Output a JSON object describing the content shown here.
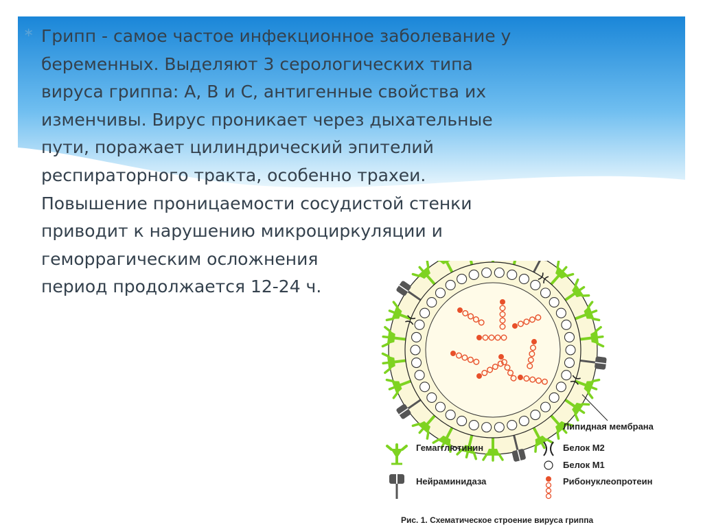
{
  "slide": {
    "bullet": "∗",
    "lines": [
      "Грипп - самое частое инфекционное заболевание у",
      "беременных. Выделяют 3 серологических типа",
      "вируса гриппа: А, В и С, антигенные свойства их",
      "изменчивы. Вирус проникает через дыхательные",
      "пути, поражает цилиндрический эпителий",
      "респираторного тракта, особенно трахеи.",
      "Повышение проницаемости сосудистой стенки",
      "приводит к нарушению микроциркуляции и",
      "геморрагическим осложнения",
      "период продолжается 12-24 ч."
    ]
  },
  "figure": {
    "membrane_label": "Липидная мембрана",
    "legend": {
      "hemagglutinin": "Гемагглютинин",
      "neuraminidase": "Нейраминидаза",
      "protein_m2": "Белок М2",
      "protein_m1": "Белок М1",
      "ribonucleoprotein": "Рибонуклеопротеин"
    },
    "caption": "Рис. 1. Схематическое строение вируса гриппа"
  },
  "colors": {
    "banner": "#1a86d8",
    "text": "#34414d",
    "hemagglutinin": "#7ed321",
    "neuraminidase": "#555555",
    "ribonucleoprotein": "#e8502a",
    "core_fill": "#fbf7d8"
  }
}
